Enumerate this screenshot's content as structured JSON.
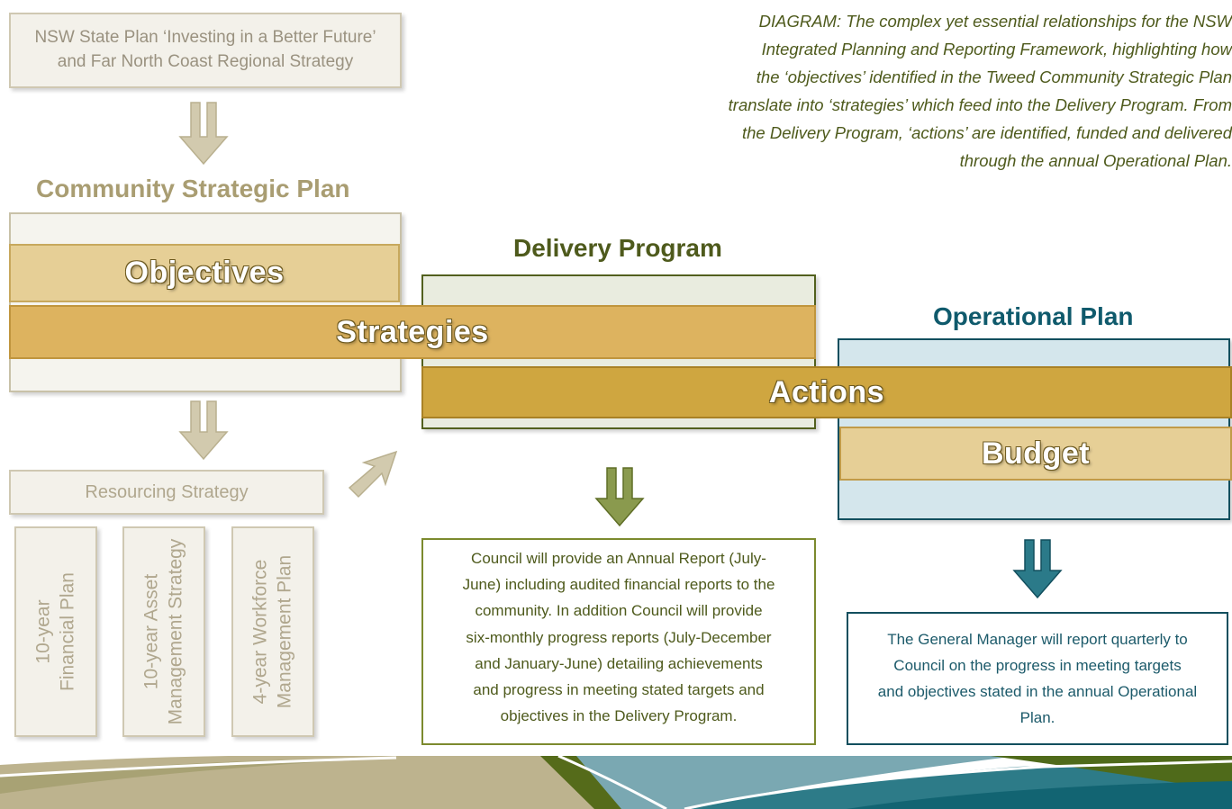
{
  "state_plan": {
    "line1": "NSW State Plan ‘Investing in a Better Future’",
    "line2": "and Far North Coast Regional Strategy"
  },
  "caption": {
    "lines": [
      "DIAGRAM: The complex yet essential relationships for the NSW",
      "Integrated Planning and Reporting Framework, highlighting how",
      "the ‘objectives’ identified in the Tweed Community Strategic Plan",
      "translate into ‘strategies’ which feed into the Delivery Program.  From",
      "the Delivery Program, ‘actions’ are identified, funded and delivered",
      "through the annual Operational Plan."
    ]
  },
  "community_strategic_plan": {
    "title": "Community Strategic Plan",
    "objectives": "Objectives",
    "strategies": "Strategies"
  },
  "delivery_program": {
    "title": "Delivery Program",
    "actions": "Actions",
    "report_lines": [
      "Council will provide an Annual Report (July-",
      "June) including audited financial reports to the",
      "community.  In addition Council will provide",
      "six-monthly progress reports (July-December",
      "and January-June) detailing achievements",
      "and progress in meeting stated targets and",
      "objectives in the Delivery Program."
    ]
  },
  "operational_plan": {
    "title": "Operational Plan",
    "budget": "Budget",
    "report_lines": [
      "The General Manager will report quarterly to",
      "Council on the progress in meeting targets",
      "and objectives stated in the annual Operational",
      "Plan."
    ]
  },
  "resourcing": {
    "title": "Resourcing Strategy",
    "items": [
      {
        "line1": "10-year",
        "line2": "Financial Plan"
      },
      {
        "line1": "10-year Asset",
        "line2": "Management Strategy"
      },
      {
        "line1": "4-year Workforce",
        "line2": "Management Plan"
      }
    ]
  },
  "colors": {
    "tan": "#c9c0a0",
    "olive": "#7c8a2e",
    "teal": "#1a6a7a",
    "gold": "#cfa640"
  }
}
